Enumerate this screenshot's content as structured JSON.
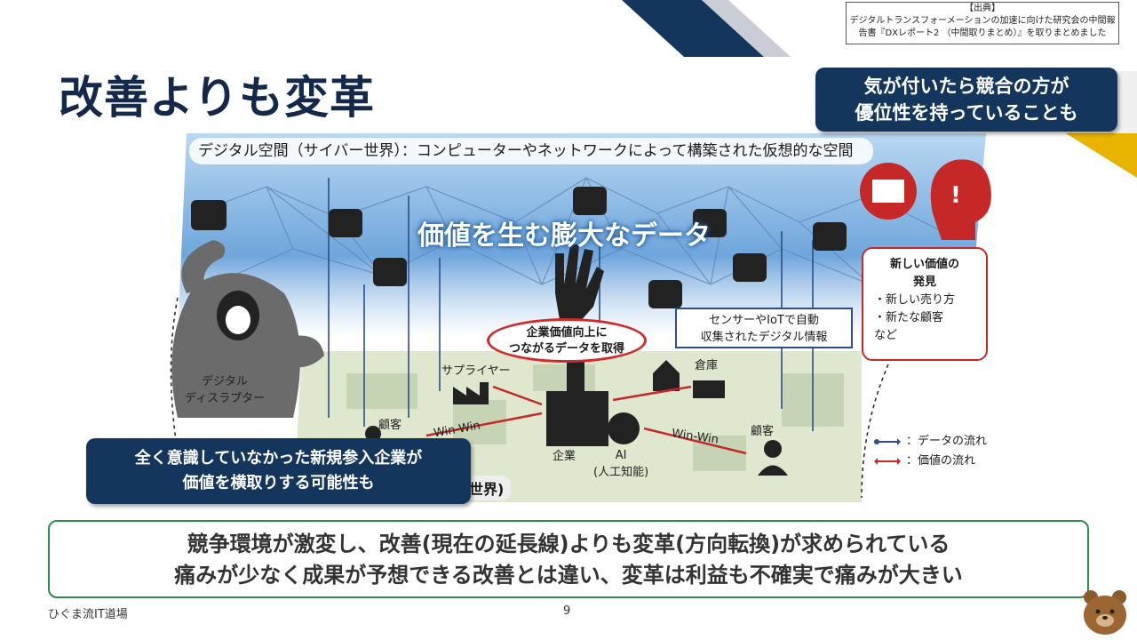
{
  "slide": {
    "title": "改善よりも変革",
    "source_lines": [
      "【出典】",
      "デジタルトランスフォーメーションの加速に向けた研究会の中間報",
      "告書『DXレポート2 （中間取りまとめ）』を取りまとめました"
    ],
    "callout_top_right": [
      "気が付いたら競合の方が",
      "優位性を持っていることも"
    ],
    "callout_bottom_left": [
      "全く意識していなかった新規参入企業が",
      "価値を横取りする可能性も"
    ],
    "bottom_lines": [
      "競争環境が激変し、改善(現在の延長線)よりも変革(方向転換)が求められている",
      "痛みが少なく成果が予想できる改善とは違い、変革は利益も不確実で痛みが大きい"
    ],
    "footer_left": "ひぐま流IT道場",
    "page_number": "9"
  },
  "diagram": {
    "cyber_label": "デジタル空間（サイバー世界）：コンピューターやネットワークによって構築された仮想的な空間",
    "value_data": "価値を生む膨大なデータ",
    "oval_lines": [
      "企業価値向上に",
      "つながるデータを取得"
    ],
    "sensor_lines": [
      "センサーやIoTで自動",
      "収集されたデジタル情報"
    ],
    "discovery_title": [
      "新しい価値の",
      "発見"
    ],
    "discovery_items": [
      "・新しい売り方",
      "・新たな顧客",
      "など"
    ],
    "disruptor_lines": [
      "デジタル",
      "ディスラプター"
    ],
    "supplier": "サプライヤー",
    "warehouse": "倉庫",
    "customer_left": "顧客",
    "customer_right": "顧客",
    "company": "企業",
    "ai_lines": [
      "AI",
      "(人工知能)"
    ],
    "winwin_left": "Win-Win",
    "winwin_right": "Win-Win",
    "physical_partial": "世界)",
    "legend_data": "：データの流れ",
    "legend_value": "：価値の流れ"
  },
  "colors": {
    "navy": "#14355c",
    "title": "#14284b",
    "accent_red": "#d12a2a",
    "green_border": "#2e8b47",
    "gold": "#e8b400"
  },
  "icons": [
    "database-icon",
    "hand-icon",
    "factory-icon",
    "warehouse-icon",
    "forklift-icon",
    "building-icon",
    "ai-brain-icon",
    "person-icon",
    "monster-icon",
    "alert-head-icon",
    "treasure-chest-icon",
    "bear-icon"
  ]
}
